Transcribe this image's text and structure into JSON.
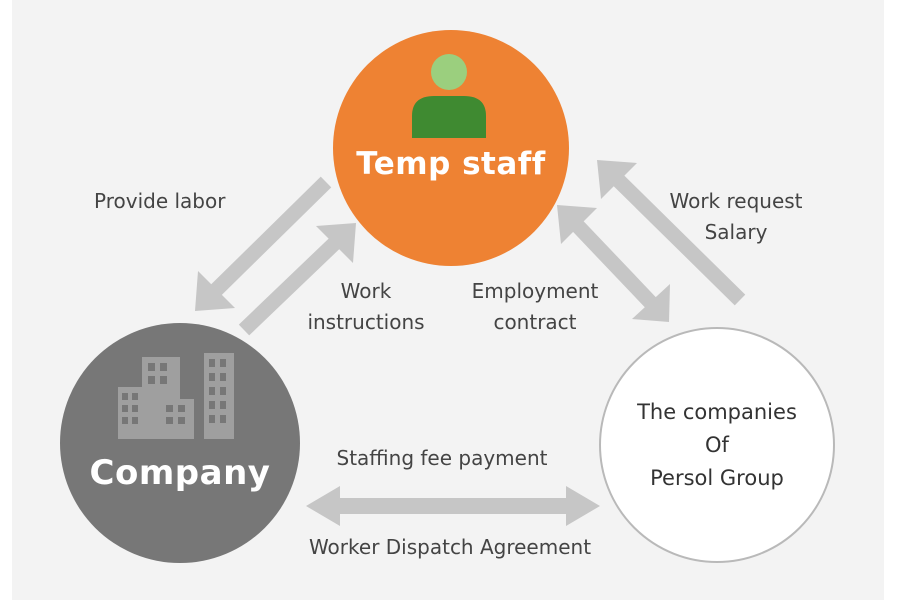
{
  "nodes": {
    "temp_staff": {
      "label": "Temp staff",
      "color": "#ee8233",
      "icon": "person-icon",
      "icon_color": "#4a9a3c"
    },
    "company": {
      "label": "Company",
      "color": "#777777",
      "icon": "buildings-icon"
    },
    "persol": {
      "label": "The companies\nOf\nPersol Group",
      "color": "#ffffff",
      "border_color": "#b9b9b9"
    }
  },
  "edges": {
    "provide_labor": "Provide labor",
    "work_instructions": "Work\ninstructions",
    "employment_contract": "Employment\ncontract",
    "work_request": "Work request\nSalary",
    "staffing_fee": "Staffing fee payment",
    "dispatch_agreement": "Worker Dispatch Agreement"
  },
  "colors": {
    "background": "#f3f3f3",
    "arrow": "#c6c6c6",
    "text": "#444444"
  }
}
